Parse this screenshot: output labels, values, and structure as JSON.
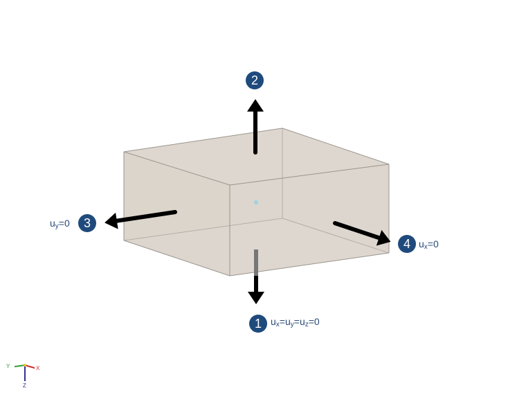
{
  "diagram": {
    "type": "boundary-conditions-cube",
    "box_color": "#dcd6ce",
    "edge_color": "#8c8c8c",
    "badge_color": "#1f4a7c",
    "labels": [
      {
        "id": "1",
        "number": "1",
        "text": "ux=uy=uz=0",
        "parts": [
          [
            "u",
            "x"
          ],
          [
            "u",
            "y"
          ],
          [
            "u",
            "z"
          ]
        ],
        "value": "0"
      },
      {
        "id": "2",
        "number": "2",
        "text": ""
      },
      {
        "id": "3",
        "number": "3",
        "text": "uy=0",
        "parts": [
          [
            "u",
            "y"
          ]
        ],
        "value": "0"
      },
      {
        "id": "4",
        "number": "4",
        "text": "ux=0",
        "parts": [
          [
            "u",
            "x"
          ]
        ],
        "value": "0"
      }
    ],
    "axes": {
      "x": "X",
      "y": "Y",
      "z": "Z",
      "x_color": "#d03030",
      "y_color": "#30a030",
      "z_color": "#303090"
    }
  }
}
